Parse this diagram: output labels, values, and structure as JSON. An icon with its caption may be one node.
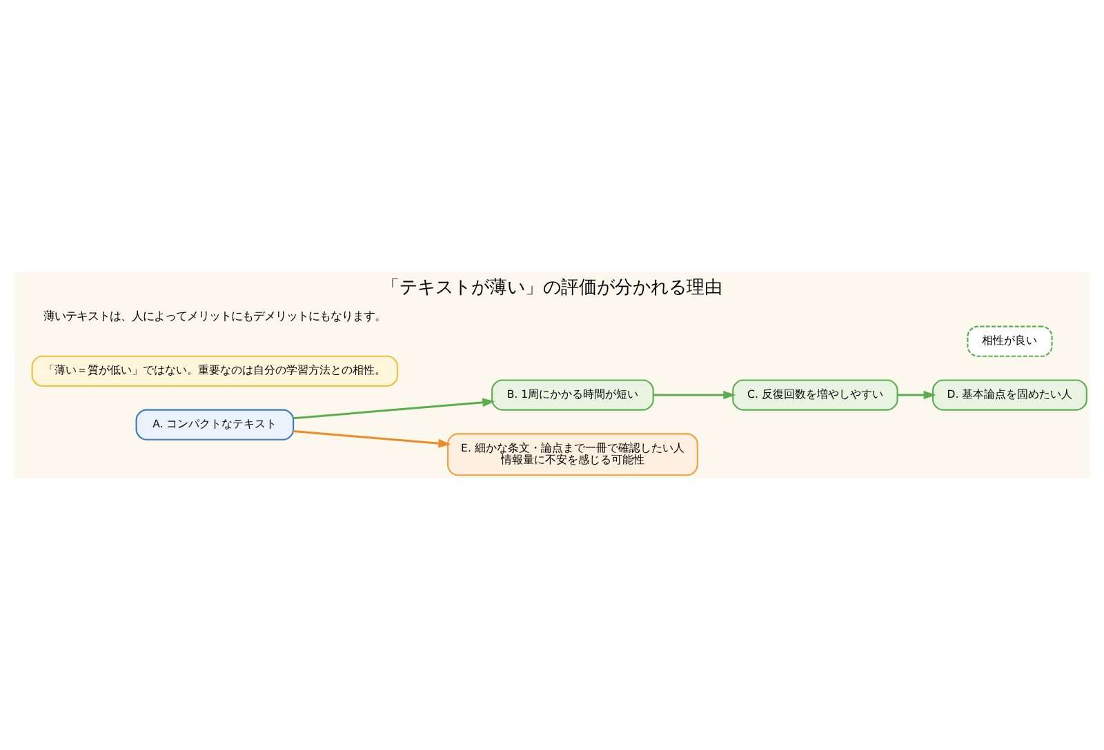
{
  "diagram": {
    "title": "「テキストが薄い」の評価が分かれる理由",
    "nodes": [
      {
        "text": [
          "A. コンパクトなテキスト"
        ]
      },
      {
        "text": [
          "B. 1周にかかる時間が短い"
        ]
      },
      {
        "text": [
          "C. 反復回数を増やしやすい"
        ]
      },
      {
        "text": [
          "D. 基本論点を固めたい人"
        ]
      },
      {
        "text": [
          "相性が良い"
        ]
      },
      {
        "text": [
          "E. 細かな条文・論点まで一冊で確認したい人",
          "情報量に不安を感じる可能性"
        ]
      },
      {
        "text": [
          "「薄い＝質が低い」ではない。重要なのは自分の学習方法との相性。"
        ]
      }
    ],
    "edges": [
      {
        "from": 0,
        "to": 1,
        "arrow": "to"
      },
      {
        "from": 1,
        "to": 2,
        "arrow": "to"
      },
      {
        "from": 2,
        "to": 3,
        "arrow": "to"
      },
      {
        "from": 0,
        "to": 5,
        "arrow": "to",
        "color": "#f08a24"
      }
    ],
    "labels": [
      "薄いテキストは、人によってメリットにもデメリットにもなります。"
    ]
  }
}
